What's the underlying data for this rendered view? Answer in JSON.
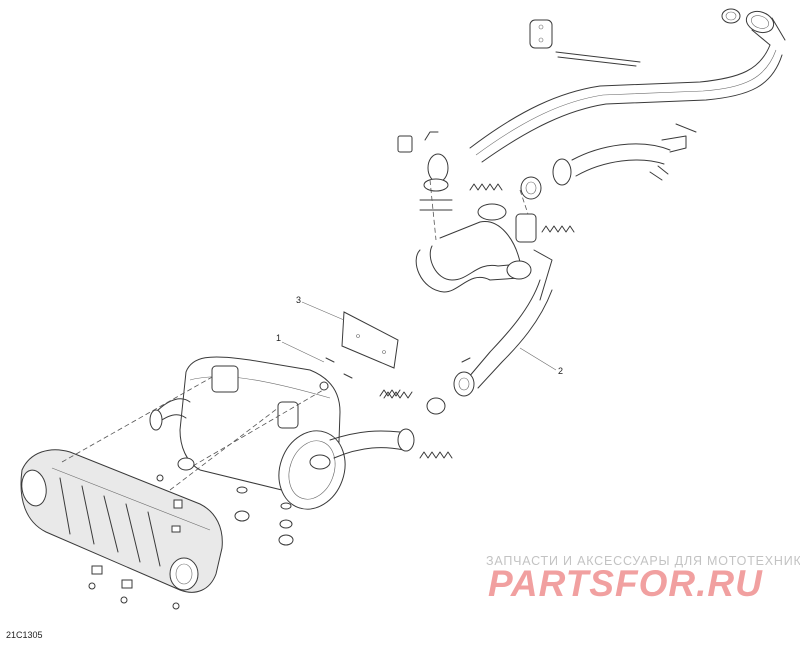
{
  "diagram": {
    "reference_code": "21C1305",
    "callouts": [
      {
        "id": "c1",
        "label": "1"
      },
      {
        "id": "c2",
        "label": "2"
      },
      {
        "id": "c3",
        "label": "3"
      }
    ]
  },
  "watermark": {
    "caption": "ЗАПЧАСТИ И АКСЕССУАРЫ ДЛЯ МОТОТЕХНИКИ",
    "logo_text": "PARTSFOR.RU",
    "color": "#f1a0a0"
  }
}
